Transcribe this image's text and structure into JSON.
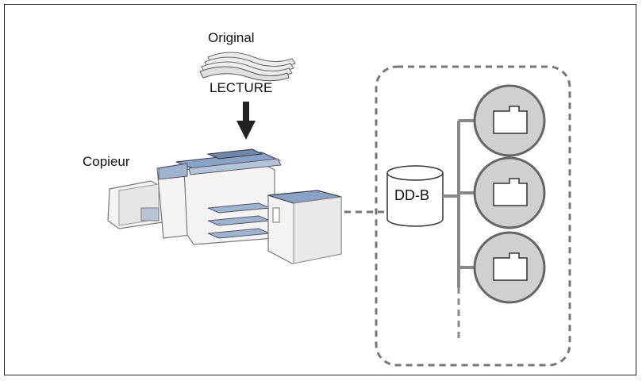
{
  "labels": {
    "original": "Original",
    "lecture": "LECTURE",
    "copier": "Copieur",
    "hdd": "DD-B"
  },
  "icons": {
    "document": "original-document-icon",
    "arrow": "down-arrow-icon",
    "copier": "copier-machine-icon",
    "hdd": "hard-disk-icon",
    "folder": "folder-icon"
  },
  "folders": [
    {
      "icon": "folder-icon"
    },
    {
      "icon": "folder-icon"
    },
    {
      "icon": "folder-icon"
    }
  ],
  "colors": {
    "dashed_line": "#777777",
    "folder_circle_fill": "#cfcfcf",
    "folder_circle_stroke": "#666666",
    "machine_blue": "#8aa3c4",
    "machine_body": "#f2f2f2"
  }
}
